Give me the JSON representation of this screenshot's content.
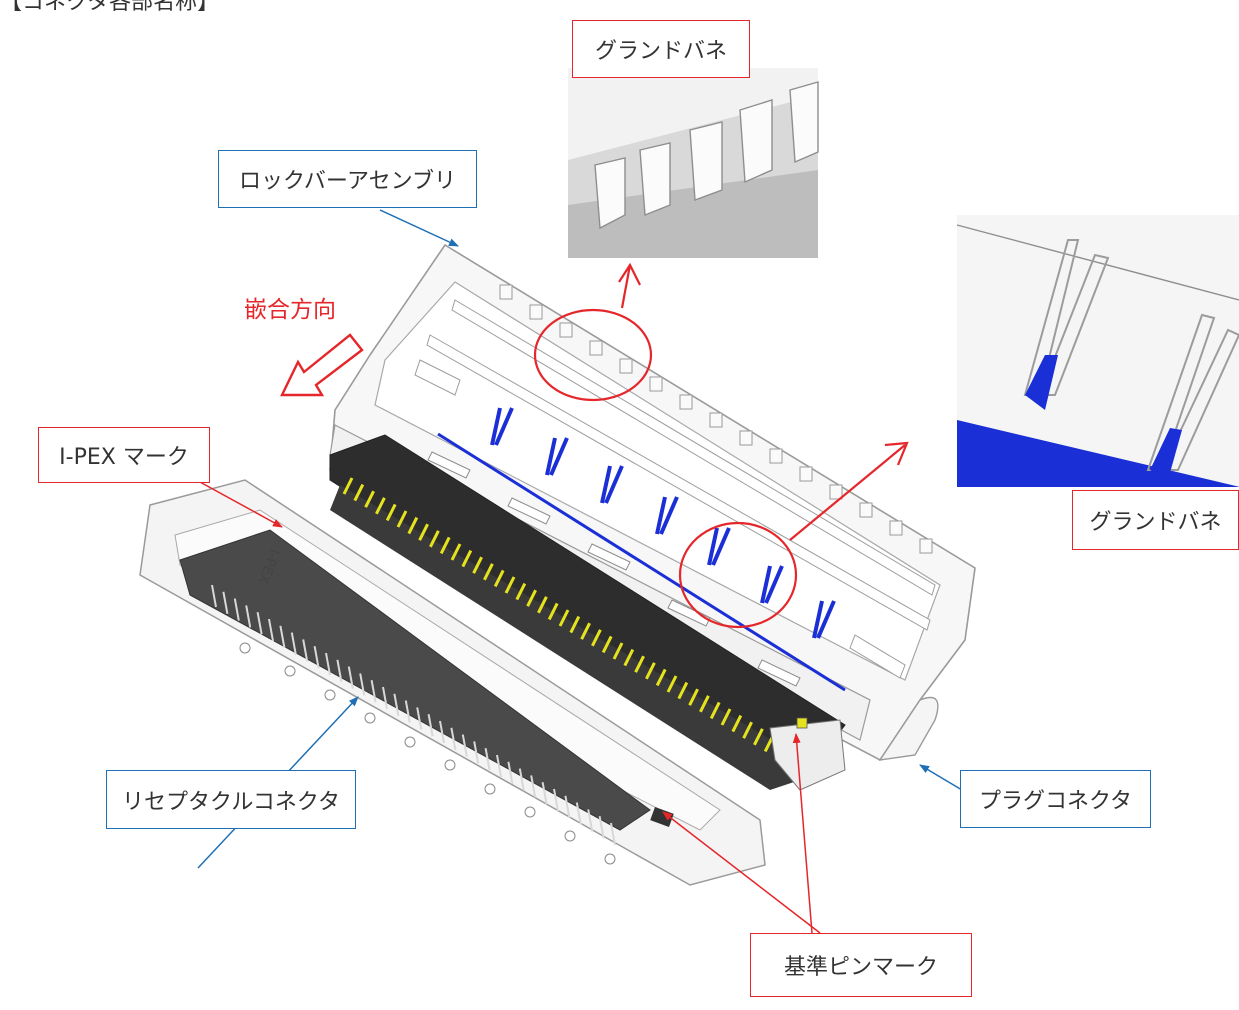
{
  "header_cut": "【コネクタ各部名称】",
  "labels": {
    "ground_spring_top": "グランドバネ",
    "lock_bar_assembly": "ロックバーアセンブリ",
    "mating_direction": "嵌合方向",
    "ipex_mark": "I-PEX マーク",
    "ground_spring_right": "グランドバネ",
    "receptacle_connector": "リセプタクルコネクタ",
    "plug_connector": "プラグコネクタ",
    "reference_pin_mark": "基準ピンマーク"
  },
  "part_marking": "I-PEX",
  "colors": {
    "callout_blue": "#1f6fb5",
    "callout_red": "#e5262a",
    "ground_spring": "#1a2fd6",
    "contacts": "#e6e21e"
  }
}
